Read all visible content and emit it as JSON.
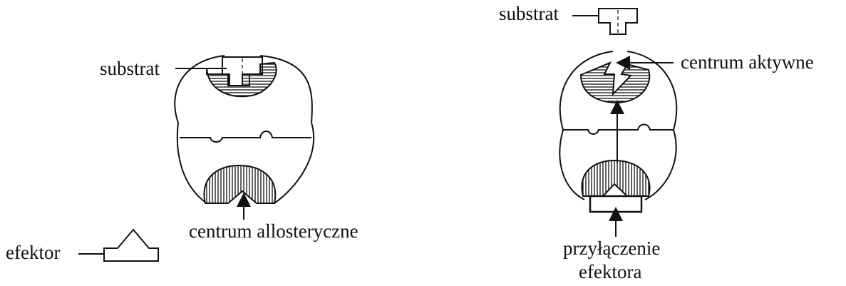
{
  "left_panel": {
    "substrate_label": "substrat",
    "allosteric_site_label": "centrum allosteryczne",
    "effector_label": "efektor"
  },
  "right_panel": {
    "substrate_label": "substrat",
    "active_site_label": "centrum aktywne",
    "effector_binding_label_line1": "przyłączenie",
    "effector_binding_label_line2": "efektora"
  },
  "colors": {
    "ink": "#111111",
    "background": "#ffffff"
  }
}
